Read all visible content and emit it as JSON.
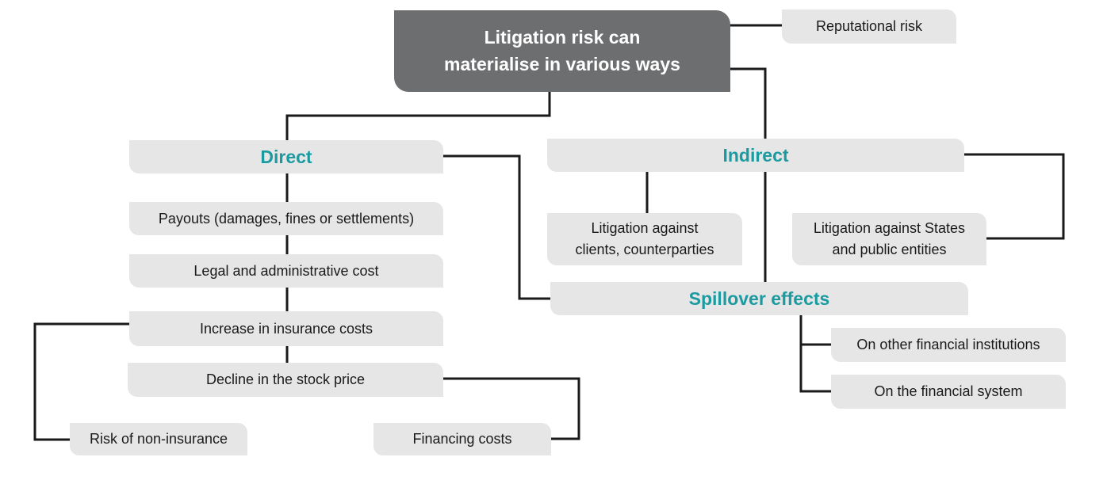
{
  "colors": {
    "root_fill": "#6d6e70",
    "box_fill": "#e6e6e7",
    "heading_text": "#1b9aa0",
    "connector": "#1a1a1a"
  },
  "root": {
    "line1": "Litigation risk can",
    "line2": "materialise in various ways"
  },
  "reputational_risk": "Reputational risk",
  "direct": {
    "heading": "Direct",
    "items": [
      "Payouts (damages, fines or settlements)",
      "Legal and administrative cost",
      "Increase in insurance costs",
      "Decline in the stock price"
    ],
    "risk_of_non_insurance": "Risk of non-insurance",
    "financing_costs": "Financing costs"
  },
  "indirect": {
    "heading": "Indirect",
    "clients": {
      "line1": "Litigation against",
      "line2": "clients, counterparties"
    },
    "states": {
      "line1": "Litigation against States",
      "line2": "and public entities"
    }
  },
  "spillover": {
    "heading": "Spillover effects",
    "items": [
      "On other financial institutions",
      "On the financial system"
    ]
  }
}
